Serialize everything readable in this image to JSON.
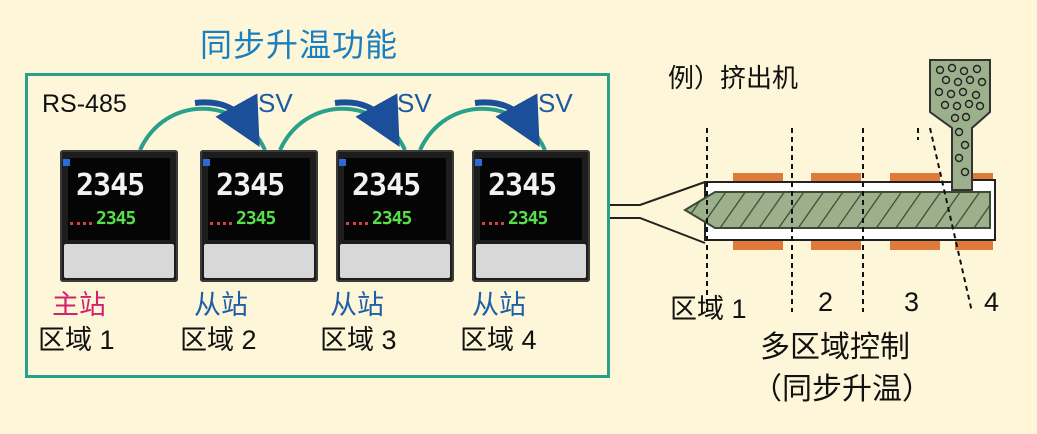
{
  "title": "同步升温功能",
  "rs485": "RS-485",
  "sv_label": "SV",
  "controllers": [
    {
      "pv": "2345",
      "sp": "2345",
      "role": "主站",
      "zone": "区域 1"
    },
    {
      "pv": "2345",
      "sp": "2345",
      "role": "从站",
      "zone": "区域 2"
    },
    {
      "pv": "2345",
      "sp": "2345",
      "role": "从站",
      "zone": "区域 3"
    },
    {
      "pv": "2345",
      "sp": "2345",
      "role": "从站",
      "zone": "区域 4"
    }
  ],
  "example": "例）挤出机",
  "extruder_zones": [
    "区域 1",
    "2",
    "3",
    "4"
  ],
  "caption_line1": "多区域控制",
  "caption_line2": "（同步升温）",
  "colors": {
    "title": "#1a7fc0",
    "frame": "#2aa08a",
    "master": "#d4206d",
    "slave": "#1f5fa8",
    "heater": "#e07a3a",
    "screw": "#9cb08c"
  }
}
